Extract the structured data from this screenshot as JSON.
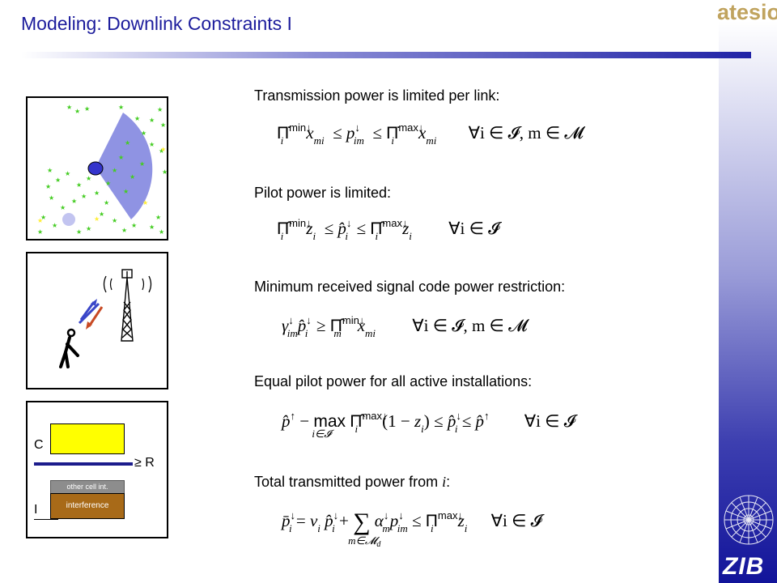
{
  "slide": {
    "title": "Modeling: Downlink Constraints I",
    "logo_text": "atesio",
    "corner_logo_text": "ZIB"
  },
  "headings": {
    "h1": "Transmission power is limited per link:",
    "h2": "Pilot power is limited:",
    "h3": "Minimum received signal code power restriction:",
    "h4": "Equal pilot power for all active installations:",
    "h5": "Total transmitted power from "
  },
  "formula_tokens": {
    "min": "min",
    "max": "max",
    "forall_i_m": "∀i ∈ 𝓘, m ∈ 𝓜",
    "forall_i": "∀i ∈ 𝓘"
  },
  "diagram": {
    "c_label": "C",
    "i_label": "I",
    "r_label": "≥ R",
    "box_other": "other cell int.",
    "box_interference": "interference"
  },
  "colors": {
    "title": "#1c1c9c",
    "sector": "#8f93e3",
    "signal_box": "#ffff00",
    "interference_box": "#a86a18",
    "other_cell_box": "#8d8d8d"
  }
}
